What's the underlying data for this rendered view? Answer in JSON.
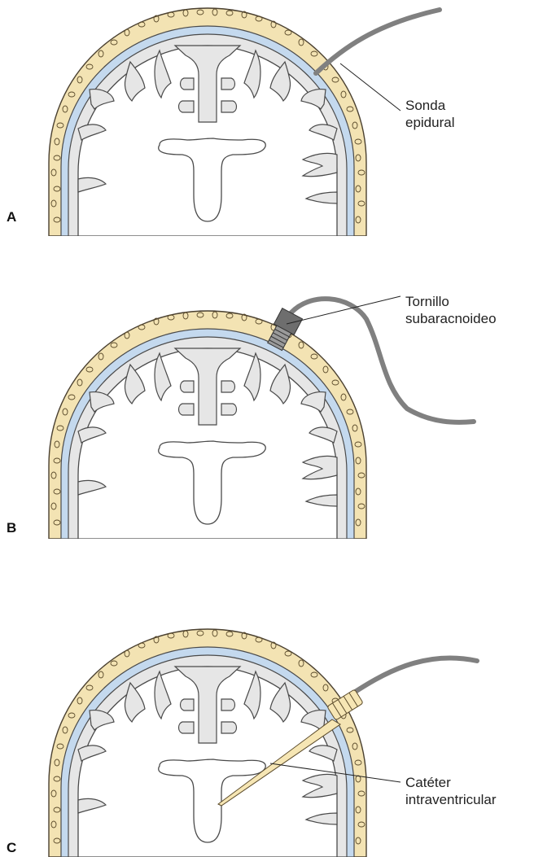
{
  "panels": [
    {
      "letter": "A",
      "label_lines": [
        "Sonda",
        "epidural"
      ],
      "device": "epidural-probe"
    },
    {
      "letter": "B",
      "label_lines": [
        "Tornillo",
        "subaracnoideo"
      ],
      "device": "subarachnoid-screw"
    },
    {
      "letter": "C",
      "label_lines": [
        "Catéter",
        "intraventricular"
      ],
      "device": "intraventricular-catheter"
    }
  ],
  "colors": {
    "skull": "#f3e3b3",
    "dura": "#c4d9ee",
    "brain_outline": "#4a4a4a",
    "gyri": "#e6e6e6",
    "device": "#808080",
    "catheter": "#f6e6b4"
  }
}
